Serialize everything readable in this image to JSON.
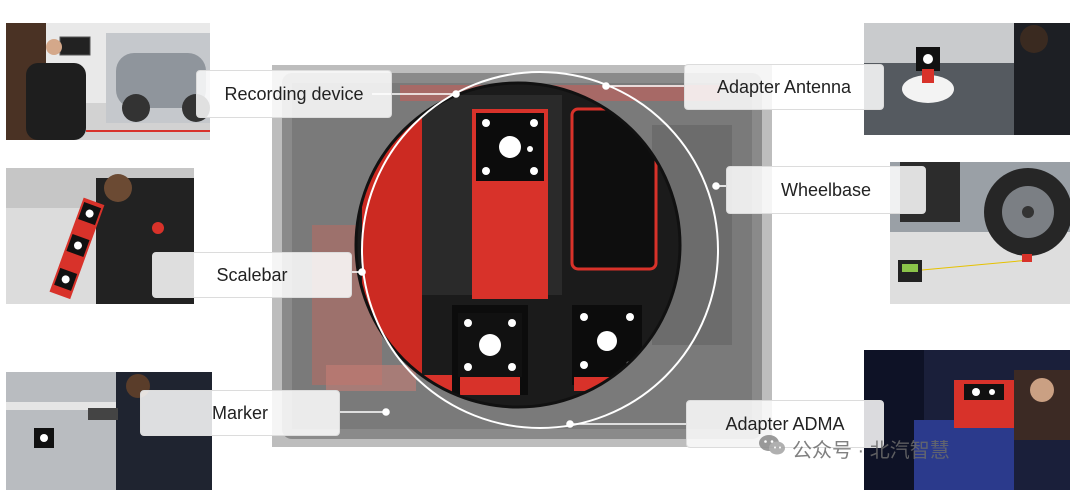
{
  "labels": {
    "recording_device": "Recording device",
    "adapter_antenna": "Adapter Antenna",
    "wheelbase": "Wheelbase",
    "scalebar": "Scalebar",
    "marker": "Marker",
    "adapter_adma": "Adapter ADMA"
  },
  "watermark": {
    "text": "公众号 · 北汽智慧"
  },
  "colors": {
    "accent_red": "#d8322a",
    "case_dark": "#2b2b2b",
    "foam": "#1c1c1c"
  },
  "icons": [
    "wechat-icon",
    "photogrammetry-marker-icon"
  ]
}
